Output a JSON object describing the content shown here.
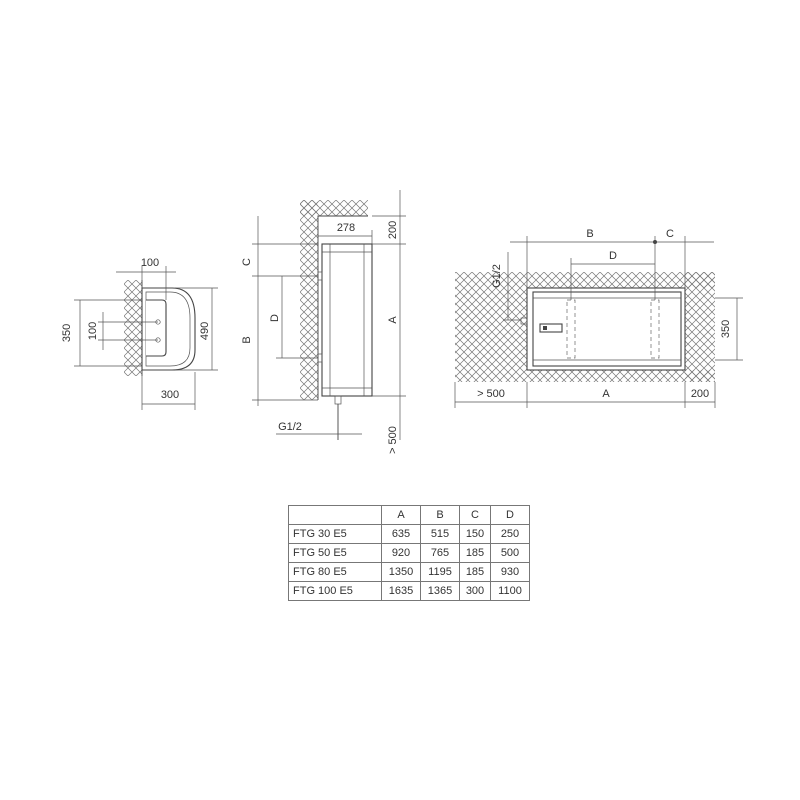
{
  "side_view": {
    "width_top": "100",
    "height_outer": "350",
    "height_inner": "100",
    "depth": "490",
    "width_bottom": "300"
  },
  "front_view": {
    "depth_top": "278",
    "clearance_top": "200",
    "label_c": "C",
    "label_b": "B",
    "label_d": "D",
    "label_a": "A",
    "pipe": "G1/2",
    "clearance_bottom": "> 500"
  },
  "horizontal_view": {
    "label_b": "B",
    "label_c": "C",
    "label_d": "D",
    "pipe": "G1/2",
    "height": "350",
    "clearance_left": "> 500",
    "label_a": "A",
    "clearance_right": "200"
  },
  "table": {
    "headers": [
      "",
      "A",
      "B",
      "C",
      "D"
    ],
    "rows": [
      {
        "model": "FTG 30 E5",
        "a": "635",
        "b": "515",
        "c": "150",
        "d": "250"
      },
      {
        "model": "FTG 50 E5",
        "a": "920",
        "b": "765",
        "c": "185",
        "d": "500"
      },
      {
        "model": "FTG 80 E5",
        "a": "1350",
        "b": "1195",
        "c": "185",
        "d": "930"
      },
      {
        "model": "FTG 100 E5",
        "a": "1635",
        "b": "1365",
        "c": "300",
        "d": "1100"
      }
    ]
  }
}
